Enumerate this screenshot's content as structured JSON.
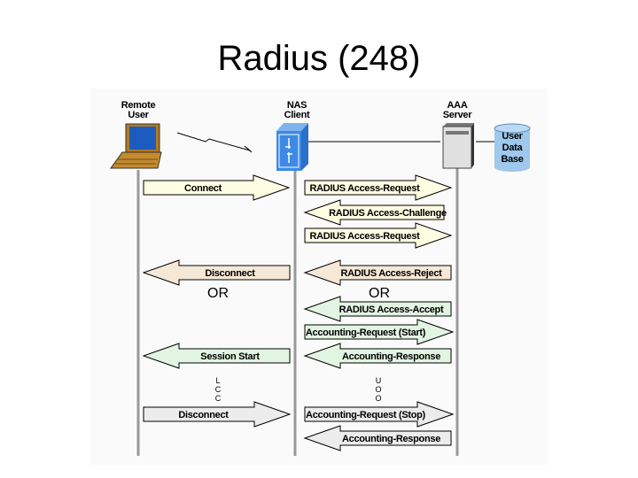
{
  "slide": {
    "title": "Radius (248)"
  },
  "entities": {
    "remote_user": [
      "Remote",
      "User"
    ],
    "nas_client": [
      "NAS",
      "Client"
    ],
    "aaa_server": [
      "AAA",
      "Server"
    ],
    "user_db": [
      "User",
      "Data",
      "Base"
    ]
  },
  "messages": [
    {
      "label": "Connect",
      "direction": "right",
      "color": "#fdfde2"
    },
    {
      "label": "RADIUS Access-Request",
      "direction": "right",
      "color": "#fdfde2"
    },
    {
      "label": "RADIUS Access-Challenge",
      "direction": "left",
      "color": "#fdfde2"
    },
    {
      "label": "RADIUS Access-Request",
      "direction": "right",
      "color": "#fdfde2"
    },
    {
      "label": "Disconnect",
      "direction": "left",
      "color": "#f6e8d6"
    },
    {
      "label": "RADIUS Access-Reject",
      "direction": "left",
      "color": "#f6e8d6"
    },
    {
      "label": "RADIUS Access-Accept",
      "direction": "left",
      "color": "#e2f4e2"
    },
    {
      "label": "Accounting-Request (Start)",
      "direction": "right",
      "color": "#e2f4e2"
    },
    {
      "label": "Session Start",
      "direction": "left",
      "color": "#e2f4e2"
    },
    {
      "label": "Accounting-Response",
      "direction": "left",
      "color": "#e2f4e2"
    },
    {
      "label": "Disconnect",
      "direction": "right",
      "color": "#ececec"
    },
    {
      "label": "Accounting-Request (Stop)",
      "direction": "right",
      "color": "#ececec"
    },
    {
      "label": "Accounting-Response",
      "direction": "left",
      "color": "#ececec"
    }
  ],
  "or_labels": [
    "OR",
    "OR"
  ],
  "dots": [
    "L",
    "C",
    "C"
  ],
  "dots2": [
    "U",
    "O",
    "O"
  ]
}
